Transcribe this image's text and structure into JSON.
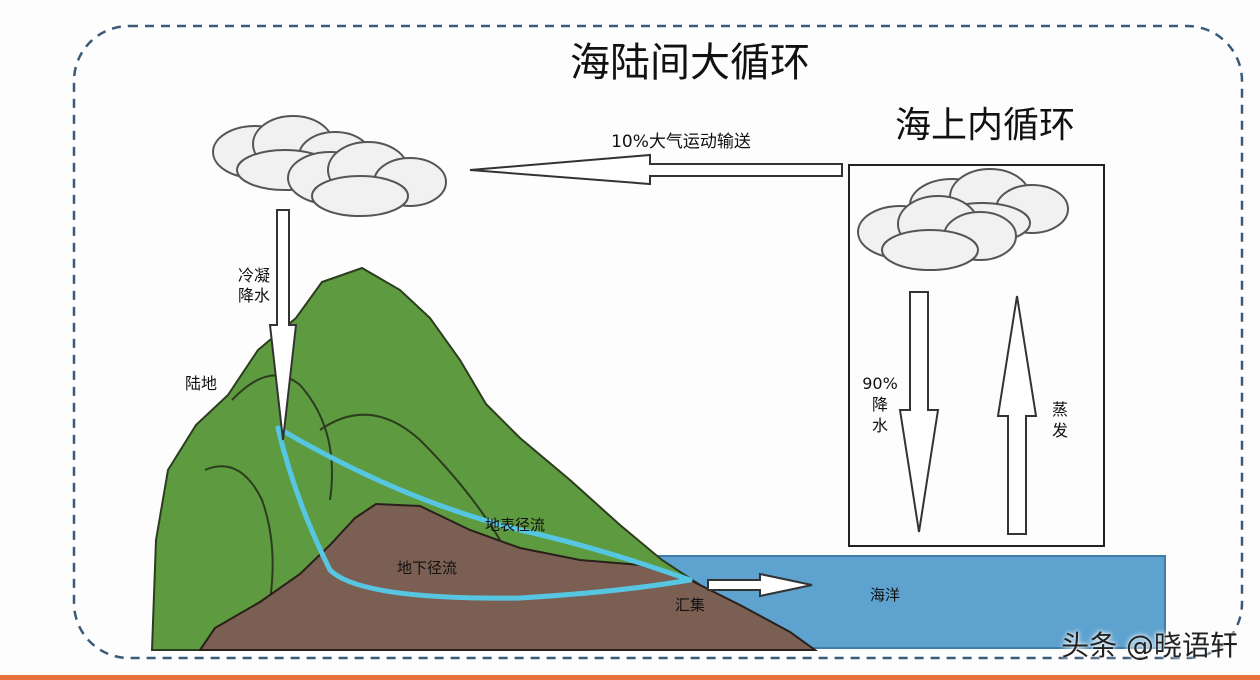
{
  "title": "海陆间大循环",
  "sea_cycle_title": "海上内循环",
  "transport_label": "10%大气运动输送",
  "condensation_label": [
    "冷凝",
    "降水"
  ],
  "land_label": "陆地",
  "surface_runoff_label": "地表径流",
  "underground_runoff_label": "地下径流",
  "confluence_label": "汇集",
  "ocean_label": "海洋",
  "sea_precip_label": [
    "90%",
    "降",
    "水"
  ],
  "evaporation_label": [
    "蒸",
    "发"
  ],
  "watermark": "头条 @晓语轩",
  "colors": {
    "mountain": "#5e9a3f",
    "soil": "#7b5f52",
    "ocean": "#5ea2cf",
    "runoff": "#56c6e2",
    "border_dash": "#3c5a78",
    "accent_bar": "#e8703a"
  }
}
